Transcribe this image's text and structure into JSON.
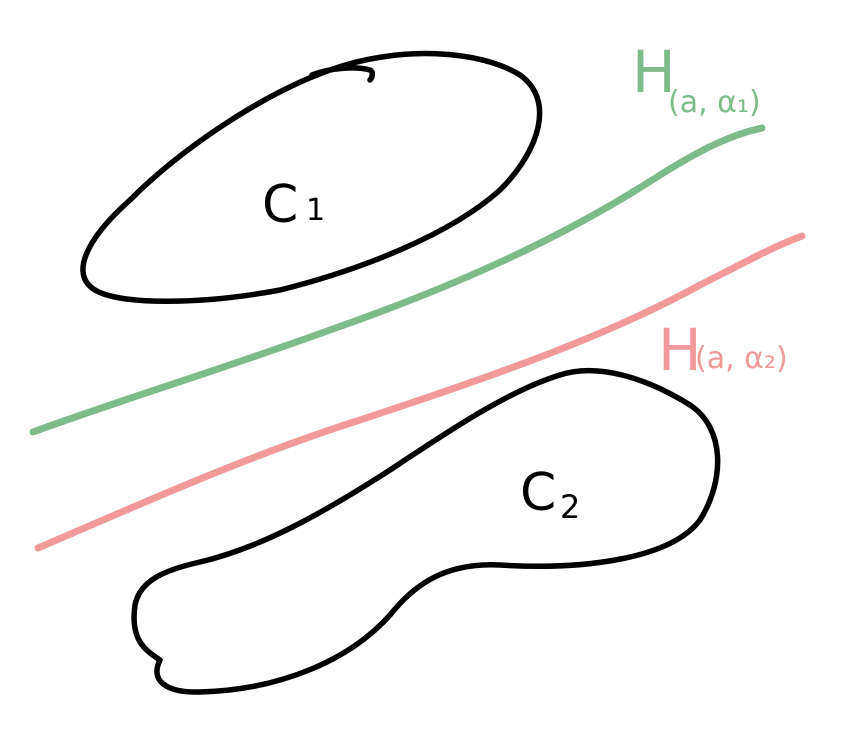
{
  "diagram": {
    "set_c1": {
      "label": "C",
      "subscript": "1",
      "color": "#000000"
    },
    "set_c2": {
      "label": "C",
      "subscript": "2",
      "color": "#000000"
    },
    "hyperplane_1": {
      "label": "H",
      "subscript": "(a, α₁)",
      "color": "#7dbb8a"
    },
    "hyperplane_2": {
      "label": "H",
      "subscript": "(a, α₂)",
      "color": "#f29a9a"
    }
  }
}
